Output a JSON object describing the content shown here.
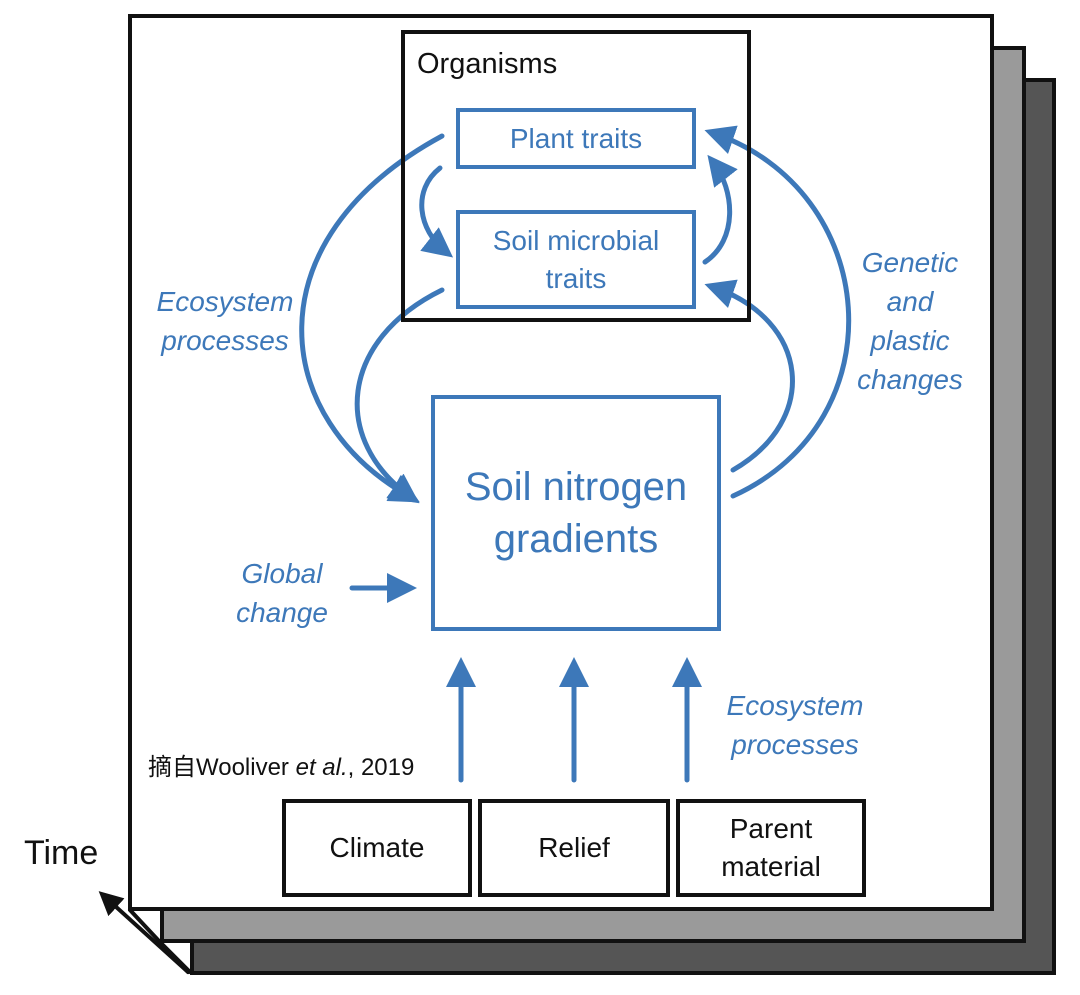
{
  "diagram": {
    "organisms_title": "Organisms",
    "plant_traits": "Plant traits",
    "soil_microbial_line1": "Soil microbial",
    "soil_microbial_line2": "traits",
    "soil_nitrogen_line1": "Soil nitrogen",
    "soil_nitrogen_line2": "gradients",
    "ecosystem_left_line1": "Ecosystem",
    "ecosystem_left_line2": "processes",
    "genetic_line1": "Genetic",
    "genetic_line2": "and",
    "genetic_line3": "plastic",
    "genetic_line4": "changes",
    "global_line1": "Global",
    "global_line2": "change",
    "ecosystem_bottom_line1": "Ecosystem",
    "ecosystem_bottom_line2": "processes",
    "climate": "Climate",
    "relief": "Relief",
    "parent_line1": "Parent",
    "parent_line2": "material",
    "source_prefix": "摘自Wooliver ",
    "source_italic": "et al.",
    "source_suffix": ", 2019",
    "time": "Time"
  },
  "colors": {
    "accent_blue": "#3d78b9",
    "outline": "#111111",
    "layer_mid": "#9a9a9a",
    "layer_back": "#555555"
  }
}
